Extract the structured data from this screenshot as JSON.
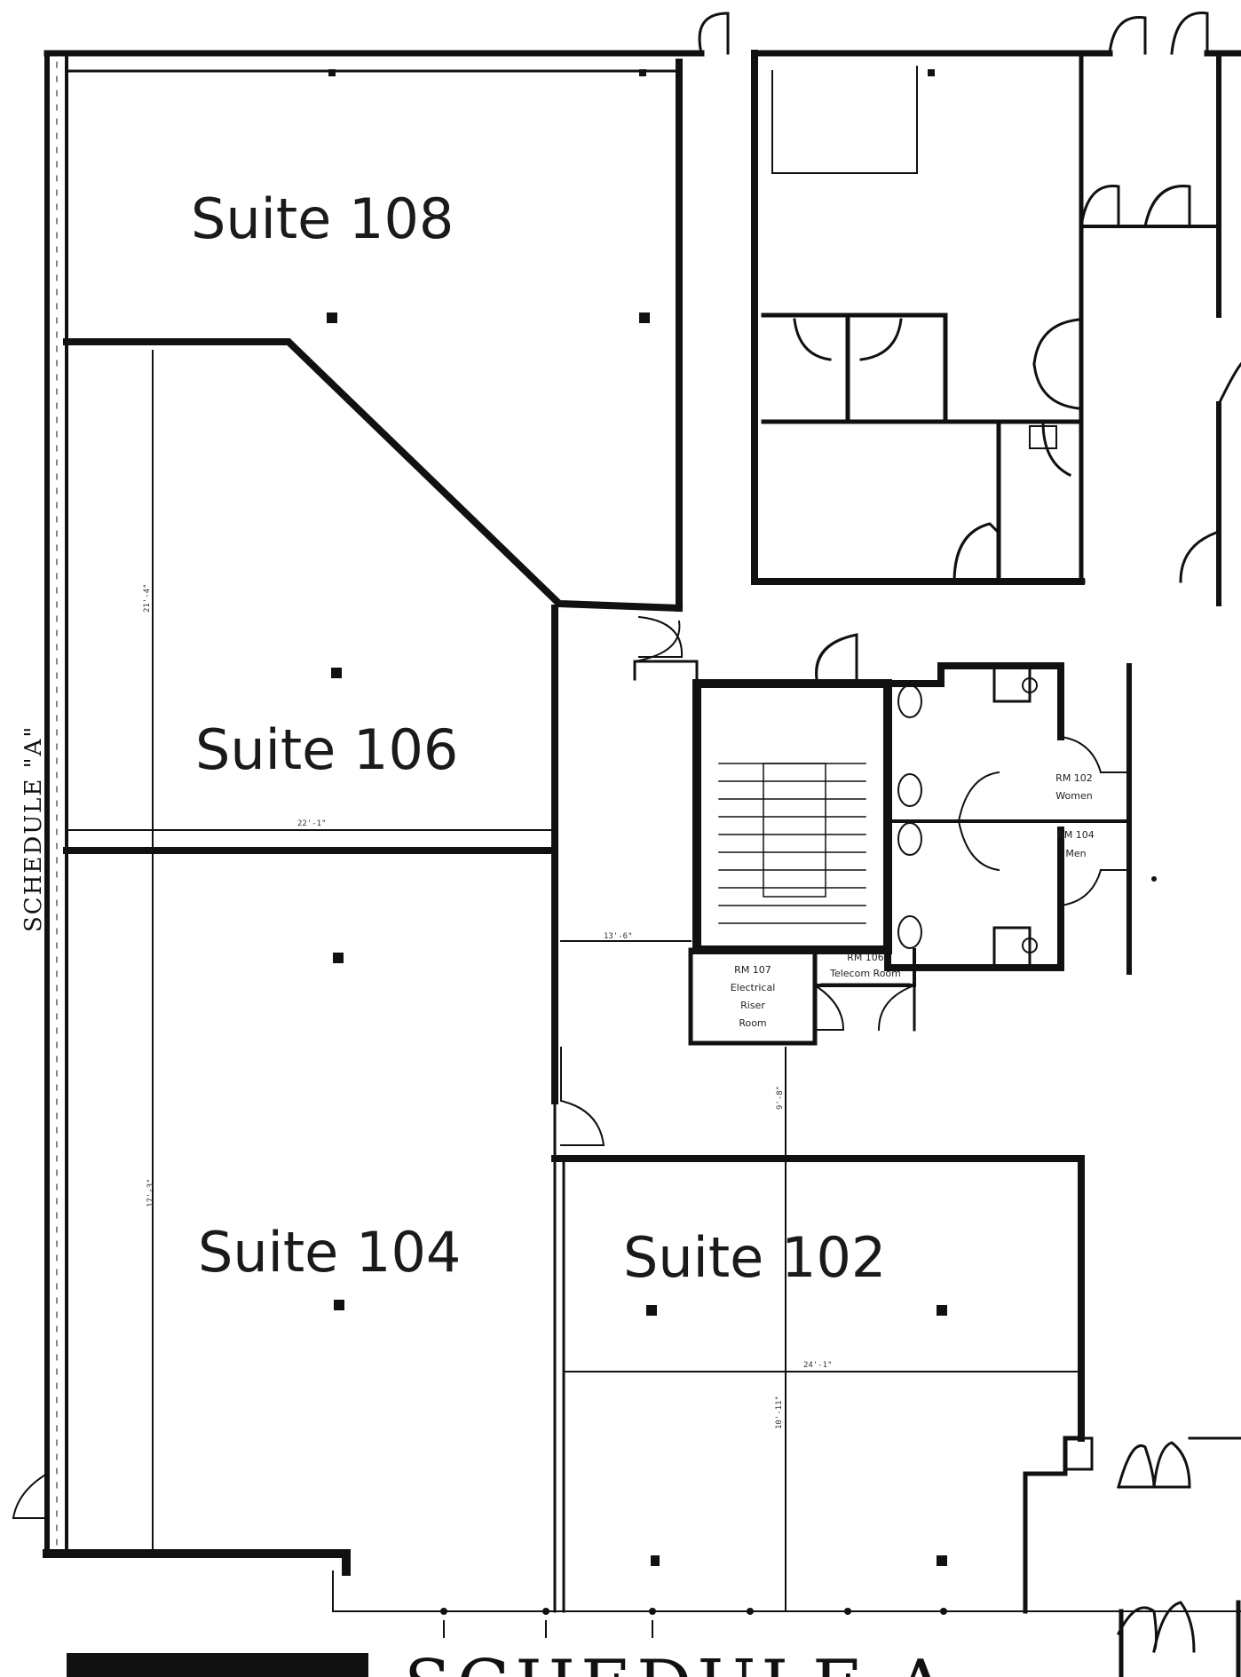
{
  "plan": {
    "suites": [
      {
        "id": "108",
        "label": "Suite 108"
      },
      {
        "id": "106",
        "label": "Suite 106"
      },
      {
        "id": "104",
        "label": "Suite 104"
      },
      {
        "id": "102",
        "label": "Suite 102"
      }
    ],
    "side_label": "SCHEDULE \"A\"",
    "rooms": {
      "women": [
        "RM 102",
        "Women"
      ],
      "men": [
        "RM 104",
        "Men"
      ],
      "electrical": [
        "RM 107",
        "Electrical",
        "Riser",
        "Room"
      ],
      "telecom": [
        "RM 106",
        "Telecom Room"
      ]
    },
    "dimensions": {
      "d1": "22'-1\"",
      "d2": "21'-4\"",
      "d3": "17'-3\"",
      "d4": "13'-6\"",
      "d5": "9'-8\"",
      "d6": "24'-1\"",
      "d7": "10'-11\""
    },
    "bottom_title": "SCHEDULE A"
  }
}
